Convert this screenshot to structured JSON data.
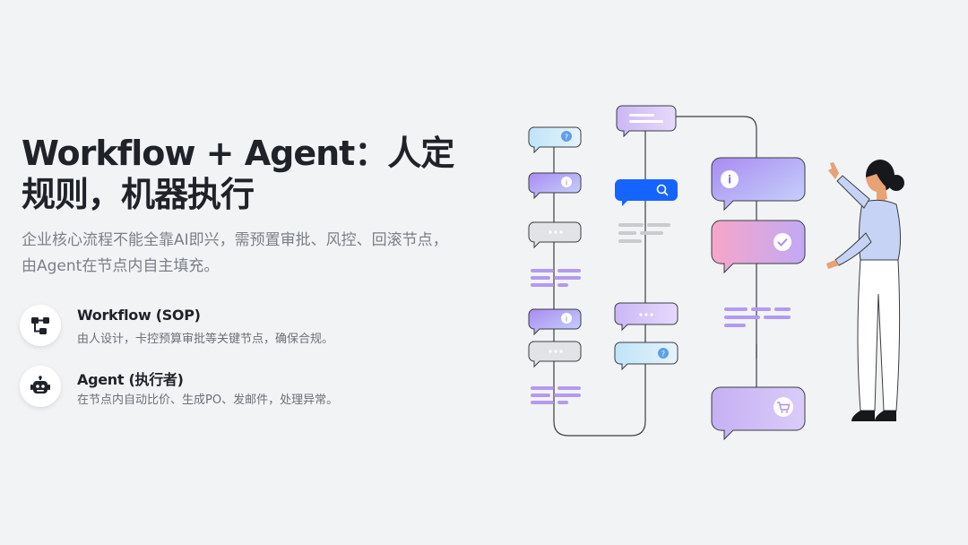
{
  "slide": {
    "title": "Workflow + Agent：人定规则，机器执行",
    "subtitle": "企业核心流程不能全靠AI即兴，需预置审批、风控、回滚节点，由Agent在节点内自主填充。",
    "features": [
      {
        "icon": "flow-nodes-icon",
        "title": "Workflow (SOP)",
        "description": "由人设计，卡控预算审批等关键节点，确保合规。"
      },
      {
        "icon": "robot-icon",
        "title": "Agent (执行者)",
        "description": "在节点内自动比价、生成PO、发邮件，处理异常。"
      }
    ]
  },
  "colors": {
    "background": "#f2f3f5",
    "title": "#1f2329",
    "subtitle": "#7a7f87",
    "accent_blue": "#1664ff",
    "purple": "#b9a8f5",
    "pink": "#f5a3c7",
    "light_blue": "#bfe0f7"
  }
}
